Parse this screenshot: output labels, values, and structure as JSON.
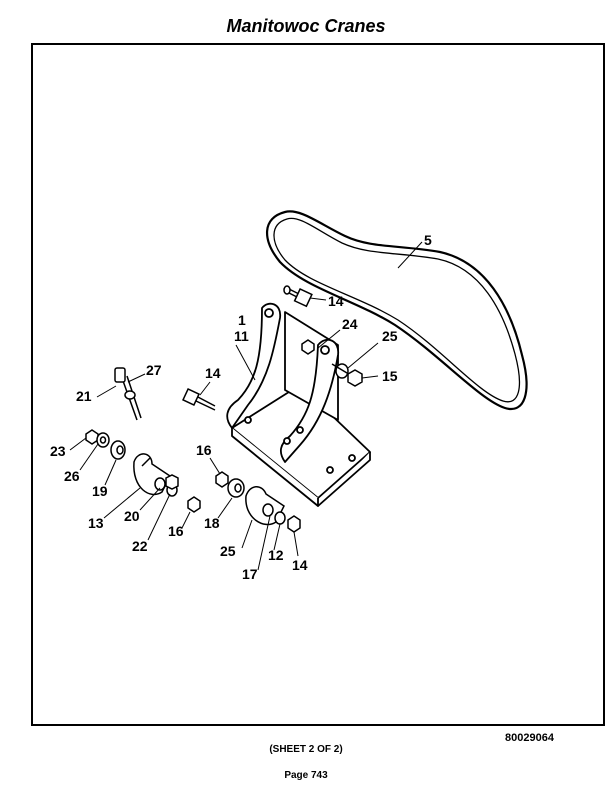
{
  "header": {
    "title": "Manitowoc Cranes"
  },
  "footer": {
    "drawing_number": "80029064",
    "sheet": "(SHEET 2 OF 2)",
    "page": "Page 743"
  },
  "callouts": {
    "c5": "5",
    "c14a": "14",
    "c1": "1",
    "c11": "11",
    "c24": "24",
    "c25a": "25",
    "c15": "15",
    "c27": "27",
    "c14b": "14",
    "c21": "21",
    "c16a": "16",
    "c23": "23",
    "c26": "26",
    "c19": "19",
    "c13": "13",
    "c20": "20",
    "c22": "22",
    "c16b": "16",
    "c18": "18",
    "c25b": "25",
    "c17": "17",
    "c12": "12",
    "c14c": "14"
  }
}
